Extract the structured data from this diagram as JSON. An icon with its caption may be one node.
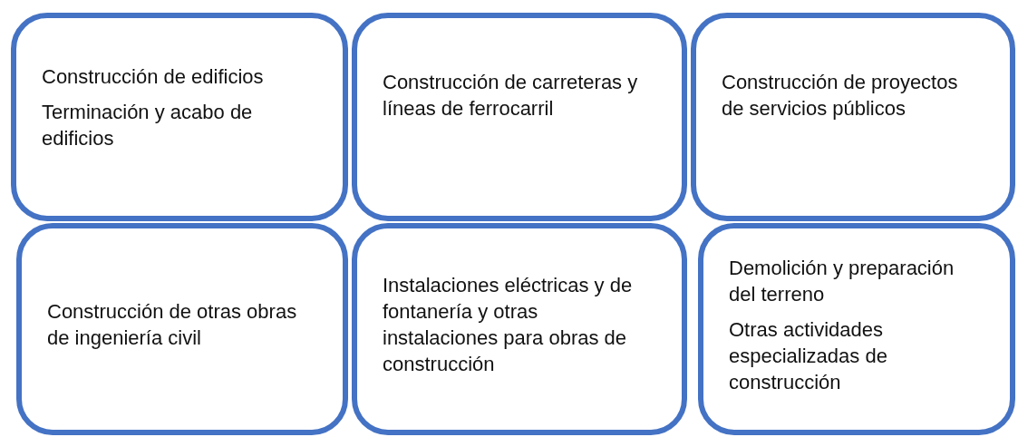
{
  "diagram": {
    "nodes": [
      {
        "text": [
          "Construcción de edificios",
          "Terminación y acabo de edificios"
        ]
      },
      {
        "text": [
          "Construcción de carreteras y líneas de ferrocarril"
        ]
      },
      {
        "text": [
          "Construcción de proyectos de servicios públicos"
        ]
      },
      {
        "text": [
          "Construcción de otras obras de ingeniería civil"
        ]
      },
      {
        "text": [
          "Instalaciones eléctricas y de fontanería y otras instalaciones para obras de construcción"
        ]
      },
      {
        "text": [
          "Demolición y preparación del terreno",
          "Otras actividades especializadas de construcción"
        ]
      }
    ]
  }
}
